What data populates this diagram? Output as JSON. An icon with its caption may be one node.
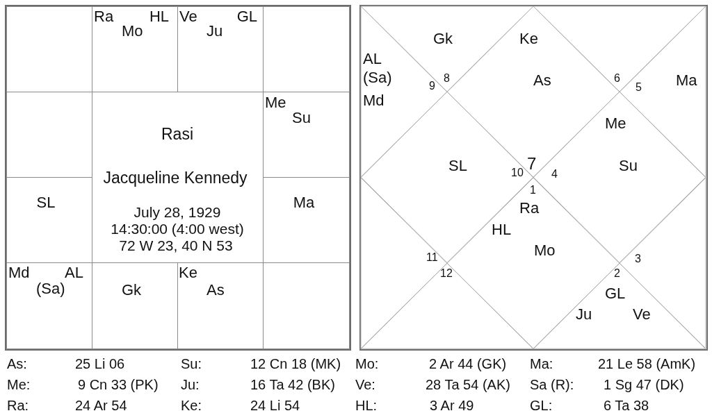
{
  "diagram": {
    "nodes": [
      {
        "text": [],
        "shape": "box"
      },
      {
        "text": [],
        "shape": "box",
        "in": 0
      },
      {
        "text": [
          "Ra",
          "HL",
          "Mo"
        ],
        "in": 0
      },
      {
        "text": [
          "Ve",
          "GL",
          "Ju"
        ],
        "in": 0
      },
      {
        "text": [],
        "shape": "box",
        "in": 0
      },
      {
        "text": [],
        "shape": "box",
        "in": 0
      },
      {
        "text": [
          "Rasi",
          "Jacqueline Kennedy",
          "July 28, 1929",
          "14:30:00 (4:00 west)",
          "72 W 23, 40 N 53"
        ],
        "in": 0
      },
      {
        "text": [
          "Me",
          "Su"
        ],
        "in": 0
      },
      {
        "text": [
          "SL"
        ],
        "in": 0
      },
      {
        "text": [
          "Ma"
        ],
        "in": 0
      },
      {
        "text": [
          "Md",
          "AL",
          "(Sa)"
        ],
        "in": 0
      },
      {
        "text": [
          "Gk"
        ],
        "in": 0
      },
      {
        "text": [
          "Ke",
          "As"
        ],
        "in": 0
      },
      {
        "text": [],
        "shape": "box",
        "in": 0
      },
      {
        "text": [],
        "shape": "box"
      },
      {
        "text": [
          "Gk",
          "8"
        ],
        "in": 14
      },
      {
        "text": [
          "Ke",
          "As",
          "7"
        ],
        "in": 14
      },
      {
        "text": [
          "6"
        ],
        "in": 14
      },
      {
        "text": [
          "AL",
          "(Sa)",
          "9",
          "Md"
        ],
        "in": 14
      },
      {
        "text": [
          "5",
          "Ma"
        ],
        "in": 14
      },
      {
        "text": [
          "SL",
          "10"
        ],
        "in": 14
      },
      {
        "text": [
          "Me",
          "4",
          "Su"
        ],
        "in": 14
      },
      {
        "text": [
          "11"
        ],
        "in": 14
      },
      {
        "text": [
          "3"
        ],
        "in": 14
      },
      {
        "text": [
          "1",
          "Ra",
          "HL",
          "Mo"
        ],
        "in": 14
      },
      {
        "text": [
          "12"
        ],
        "in": 14
      },
      {
        "text": [
          "2",
          "GL",
          "Ju",
          "Ve"
        ],
        "in": 14
      }
    ],
    "labels": [
      "As:",
      "25 Li 06",
      "Su:",
      "12 Cn 18 (MK)",
      "Mo:",
      "2 Ar 44 (GK)",
      "Ma:",
      "21 Le 58 (AmK)",
      "Me:",
      "9 Cn 33 (PK)",
      "Ju:",
      "16 Ta 42 (BK)",
      "Ve:",
      "28 Ta 54 (AK)",
      "Sa (R):",
      "1 Sg 47 (DK)",
      "Ra:",
      "24 Ar 54",
      "Ke:",
      "24 Li 54",
      "HL:",
      "3 Ar 49",
      "GL:",
      "6 Ta 38"
    ]
  }
}
